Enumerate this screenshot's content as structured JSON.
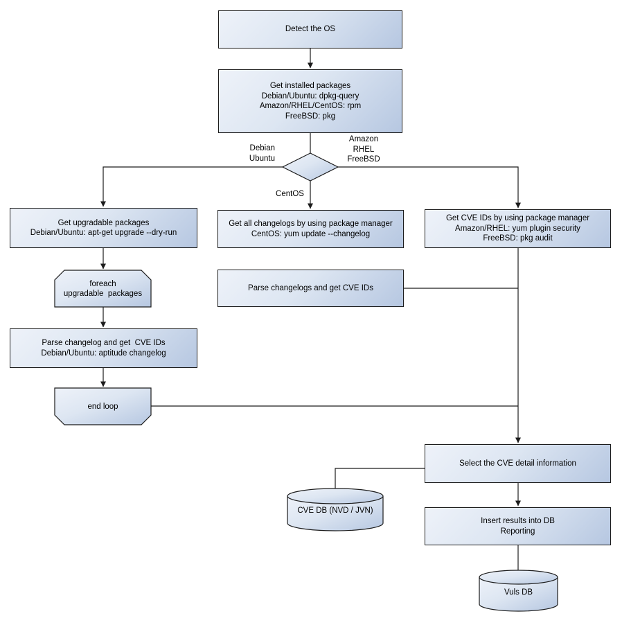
{
  "diagram_type": "flowchart",
  "colors": {
    "node_fill_light": "#eef2f9",
    "node_fill_dark": "#b6c7e1",
    "border": "#1c1c1c",
    "background": "#ffffff",
    "text": "#000000"
  },
  "nodes": {
    "detect_os": {
      "lines": [
        "Detect the OS"
      ]
    },
    "get_installed_packages": {
      "lines": [
        "Get installed packages",
        "Debian/Ubuntu: dpkg-query",
        "Amazon/RHEL/CentOS: rpm",
        "FreeBSD: pkg"
      ]
    },
    "get_upgradable_packages": {
      "lines": [
        "Get upgradable packages",
        "Debian/Ubuntu: apt-get upgrade --dry-run"
      ]
    },
    "foreach_loop": {
      "lines": [
        "foreach",
        "upgradable  packages"
      ]
    },
    "parse_changelog_debian": {
      "lines": [
        "Parse changelog and get  CVE IDs",
        "Debian/Ubuntu: aptitude changelog"
      ]
    },
    "end_loop": {
      "lines": [
        "end loop"
      ]
    },
    "get_all_changelogs": {
      "lines": [
        "Get all changelogs by using package manager",
        "CentOS: yum update --changelog"
      ]
    },
    "parse_changelogs": {
      "lines": [
        "Parse changelogs and get CVE IDs"
      ]
    },
    "get_cve_ids_pkg_mgr": {
      "lines": [
        "Get CVE IDs by using package manager",
        "Amazon/RHEL: yum plugin security",
        "FreeBSD: pkg audit"
      ]
    },
    "select_cve_detail": {
      "lines": [
        "Select the CVE detail information"
      ]
    },
    "insert_results": {
      "lines": [
        "Insert results into DB",
        "Reporting"
      ]
    },
    "cve_db": {
      "lines": [
        "CVE DB (NVD / JVN)"
      ]
    },
    "vuls_db": {
      "lines": [
        "Vuls DB"
      ]
    }
  },
  "edge_labels": {
    "left_branch": [
      "Debian",
      "Ubuntu"
    ],
    "right_branch": [
      "Amazon",
      "RHEL",
      "FreeBSD"
    ],
    "down_branch": [
      "CentOS"
    ]
  }
}
